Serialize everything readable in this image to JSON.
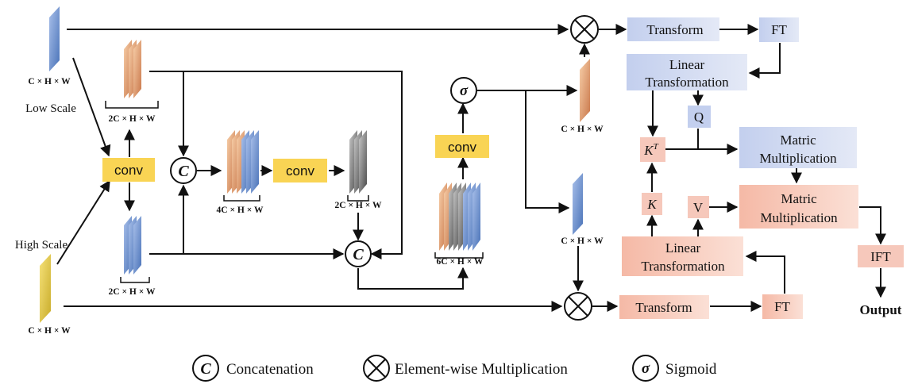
{
  "labels": {
    "dim_chw": "C × H  × W",
    "dim_2chw": "2C × H  × W",
    "dim_4chw": "4C × H  × W",
    "dim_6chw": "6C × H  × W",
    "low_scale": "Low Scale",
    "high_scale": "High Scale",
    "conv": "conv",
    "transform": "Transform",
    "ft": "FT",
    "linear_line1": "Linear",
    "linear_line2": "Transformation",
    "q": "Q",
    "kt": "K",
    "kt_sup": "T",
    "k": "K",
    "v": "V",
    "matric_line1": "Matric",
    "matric_line2": "Multiplication",
    "ift": "IFT",
    "output": "Output",
    "concat_symbol": "C",
    "sigma_symbol": "σ"
  },
  "legend": {
    "concatenation": "Concatenation",
    "multiplication": "Element-wise Multiplication",
    "sigmoid": "Sigmoid"
  },
  "colors": {
    "blue_box": "#cdd6ee",
    "pink_box": "#f6c8bb",
    "conv_box": "#f9d454",
    "blue_feature": "#6f93cf",
    "orange_feature": "#e8a27a",
    "gray_feature": "#7d7d7d",
    "yellow_feature": "#e8cf47"
  }
}
